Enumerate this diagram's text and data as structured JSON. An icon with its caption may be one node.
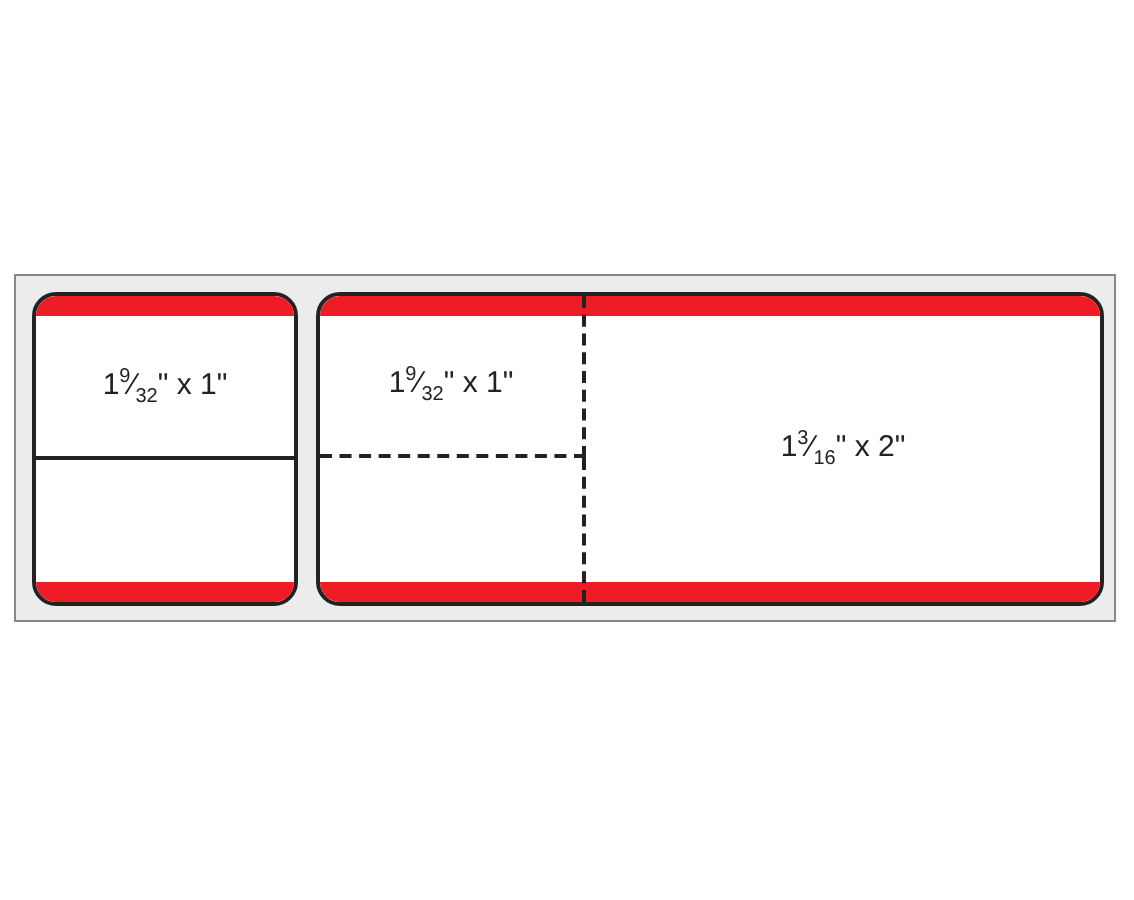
{
  "diagram": {
    "nodes": [
      {
        "text": [],
        "shape": "box"
      },
      {
        "text": [],
        "shape": "box",
        "in": 0
      },
      {
        "text": [
          "1$^{9}$⁄$_{32}$\" x 1\""
        ],
        "in": 1
      },
      {
        "text": [],
        "shape": "box",
        "in": 1
      },
      {
        "text": [],
        "shape": "box",
        "in": 0
      },
      {
        "text": [
          "1$^{9}$⁄$_{32}$\" x 1\""
        ],
        "in": 4
      },
      {
        "text": [],
        "shape": "box",
        "in": 4
      },
      {
        "text": [
          "1$^{3}$⁄$_{16}$\" x 2\""
        ],
        "in": 4
      }
    ]
  }
}
